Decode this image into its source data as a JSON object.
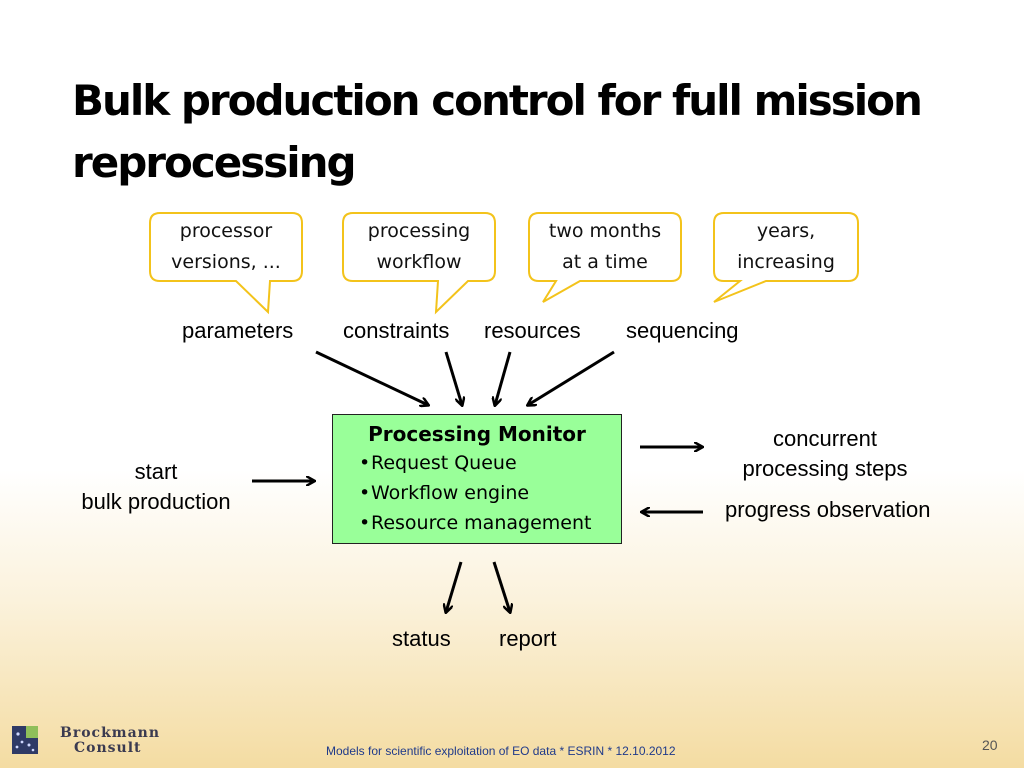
{
  "slide": {
    "title": "Bulk production control for full mission reprocessing",
    "footer": "Models for scientific exploitation of EO data * ESRIN * 12.10.2012",
    "page_number": "20",
    "logo": {
      "line1": "Brockmann",
      "line2": "Consult"
    }
  },
  "bubbles": [
    {
      "line1": "processor",
      "line2": "versions, ..."
    },
    {
      "line1": "processing",
      "line2": "workflow"
    },
    {
      "line1": "two months",
      "line2": "at a time"
    },
    {
      "line1": "years,",
      "line2": "increasing"
    }
  ],
  "inputs": [
    "parameters",
    "constraints",
    "resources",
    "sequencing"
  ],
  "monitor": {
    "title": "Processing Monitor",
    "items": [
      "Request Queue",
      "Workflow engine",
      "Resource management"
    ],
    "bullet": "•"
  },
  "left": {
    "line1": "start",
    "line2": "bulk production"
  },
  "right": {
    "out_line1": "concurrent",
    "out_line2": "processing steps",
    "in_label": "progress observation"
  },
  "outputs": [
    "status",
    "report"
  ],
  "colors": {
    "bubble_border": "#f3c31b",
    "monitor_fill": "#99ff99",
    "footer_text": "#1f3a8a"
  }
}
